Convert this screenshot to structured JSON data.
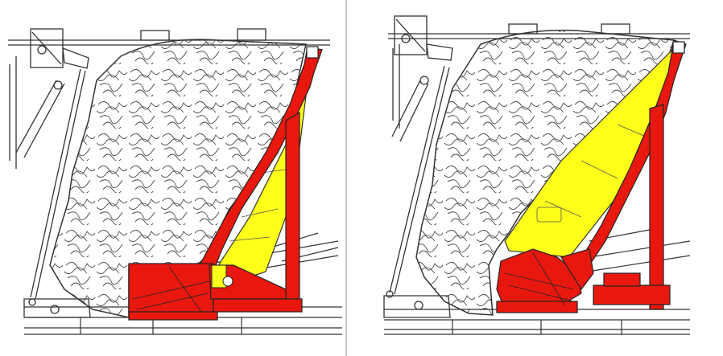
{
  "figure": {
    "panels": [
      {
        "id": "left",
        "state": "retracted"
      },
      {
        "id": "right",
        "state": "tilted"
      }
    ],
    "colors": {
      "frame": "#e8180f",
      "wedge": "#ffff1a",
      "bale": "#ffffff",
      "ink": "#222222"
    }
  }
}
